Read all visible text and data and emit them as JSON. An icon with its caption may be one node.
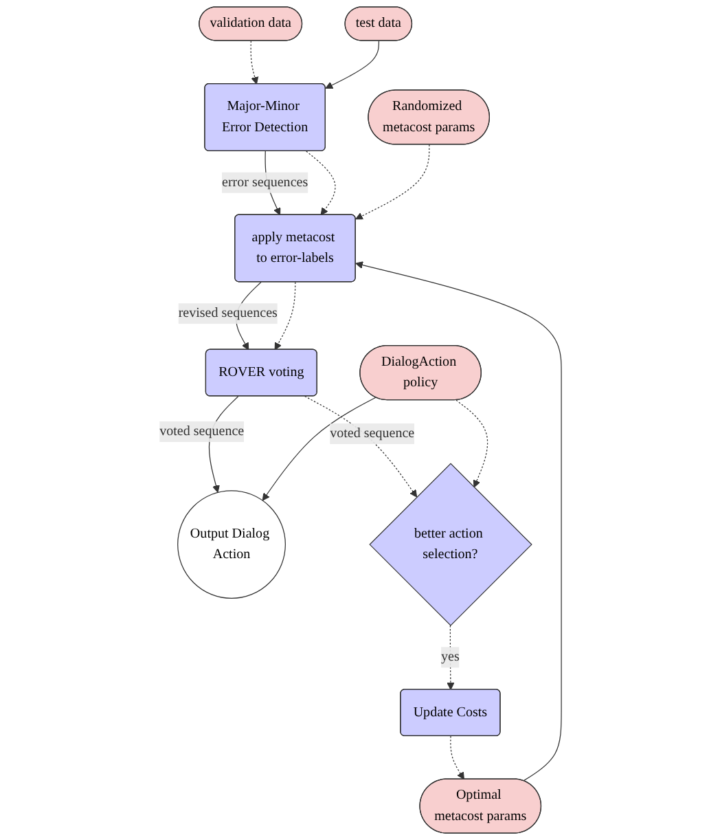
{
  "diagram": {
    "nodes": [
      {
        "text": [
          "validation data"
        ]
      },
      {
        "text": [
          "Major-Minor Error Detection"
        ]
      },
      {
        "text": [
          "test data"
        ]
      },
      {
        "text": [
          "Randomized metacost params"
        ]
      },
      {
        "text": [
          "apply metacost to error-labels"
        ]
      },
      {
        "text": [
          "Optimal metacost params"
        ]
      },
      {
        "text": [
          "Output Dialog Action"
        ]
      },
      {
        "text": [
          "ROVER voting"
        ]
      },
      {
        "text": [
          "Update Costs"
        ]
      },
      {
        "text": [
          "DialogAction policy"
        ]
      },
      {
        "text": [
          "better action selection?"
        ]
      }
    ],
    "edges": [
      {
        "from": 0,
        "to": 1,
        "arrow": "to",
        "style": "dashed"
      },
      {
        "from": 2,
        "to": 1,
        "arrow": "to"
      },
      {
        "from": 1,
        "to": 4,
        "arrow": "to",
        "label": "error sequences"
      },
      {
        "from": 1,
        "to": 4,
        "arrow": "to",
        "style": "dashed"
      },
      {
        "from": 3,
        "to": 4,
        "arrow": "to",
        "style": "dashed"
      },
      {
        "from": 5,
        "to": 4,
        "arrow": "to"
      },
      {
        "from": 4,
        "to": 7,
        "arrow": "to",
        "label": "revised sequences"
      },
      {
        "from": 4,
        "to": 7,
        "arrow": "to",
        "style": "dashed"
      },
      {
        "from": 7,
        "to": 6,
        "arrow": "to",
        "label": "voted sequence"
      },
      {
        "from": 7,
        "to": 10,
        "arrow": "to",
        "style": "dashed",
        "label": "voted sequence"
      },
      {
        "from": 9,
        "to": 6,
        "arrow": "to"
      },
      {
        "from": 9,
        "to": 10,
        "arrow": "to",
        "style": "dashed"
      },
      {
        "from": 10,
        "to": 8,
        "arrow": "to",
        "style": "dashed",
        "label": "yes"
      },
      {
        "from": 8,
        "to": 5,
        "arrow": "to",
        "style": "dashed"
      }
    ]
  }
}
